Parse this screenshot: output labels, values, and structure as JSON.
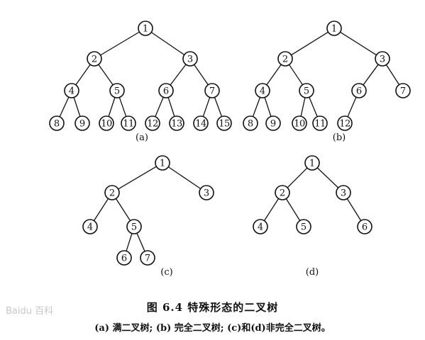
{
  "figure": {
    "title": "图 6.4   特殊形态的二叉树",
    "description": "(a) 满二叉树; (b) 完全二叉树; (c)和(d)非完全二叉树。"
  },
  "watermark": "Baidu 百科",
  "trees": [
    {
      "id": "a",
      "label": "(a)",
      "nodes": [
        "1",
        "2",
        "3",
        "4",
        "5",
        "6",
        "7",
        "8",
        "9",
        "10",
        "11",
        "12",
        "13",
        "14",
        "15"
      ],
      "edges": [
        [
          "1",
          "2"
        ],
        [
          "1",
          "3"
        ],
        [
          "2",
          "4"
        ],
        [
          "2",
          "5"
        ],
        [
          "3",
          "6"
        ],
        [
          "3",
          "7"
        ],
        [
          "4",
          "8"
        ],
        [
          "4",
          "9"
        ],
        [
          "5",
          "10"
        ],
        [
          "5",
          "11"
        ],
        [
          "6",
          "12"
        ],
        [
          "6",
          "13"
        ],
        [
          "7",
          "14"
        ],
        [
          "7",
          "15"
        ]
      ]
    },
    {
      "id": "b",
      "label": "(b)",
      "nodes": [
        "1",
        "2",
        "3",
        "4",
        "5",
        "6",
        "7",
        "8",
        "9",
        "10",
        "11",
        "12"
      ],
      "edges": [
        [
          "1",
          "2"
        ],
        [
          "1",
          "3"
        ],
        [
          "2",
          "4"
        ],
        [
          "2",
          "5"
        ],
        [
          "3",
          "6"
        ],
        [
          "3",
          "7"
        ],
        [
          "4",
          "8"
        ],
        [
          "4",
          "9"
        ],
        [
          "5",
          "10"
        ],
        [
          "5",
          "11"
        ],
        [
          "6",
          "12"
        ]
      ]
    },
    {
      "id": "c",
      "label": "(c)",
      "nodes": [
        "1",
        "2",
        "3",
        "4",
        "5",
        "6",
        "7"
      ],
      "edges": [
        [
          "1",
          "2"
        ],
        [
          "1",
          "3"
        ],
        [
          "2",
          "4"
        ],
        [
          "2",
          "5"
        ],
        [
          "5",
          "6"
        ],
        [
          "5",
          "7"
        ]
      ]
    },
    {
      "id": "d",
      "label": "(d)",
      "nodes": [
        "1",
        "2",
        "3",
        "4",
        "5",
        "6"
      ],
      "edges": [
        [
          "1",
          "2"
        ],
        [
          "1",
          "3"
        ],
        [
          "2",
          "4"
        ],
        [
          "2",
          "5"
        ],
        [
          "3",
          "6"
        ]
      ]
    }
  ]
}
